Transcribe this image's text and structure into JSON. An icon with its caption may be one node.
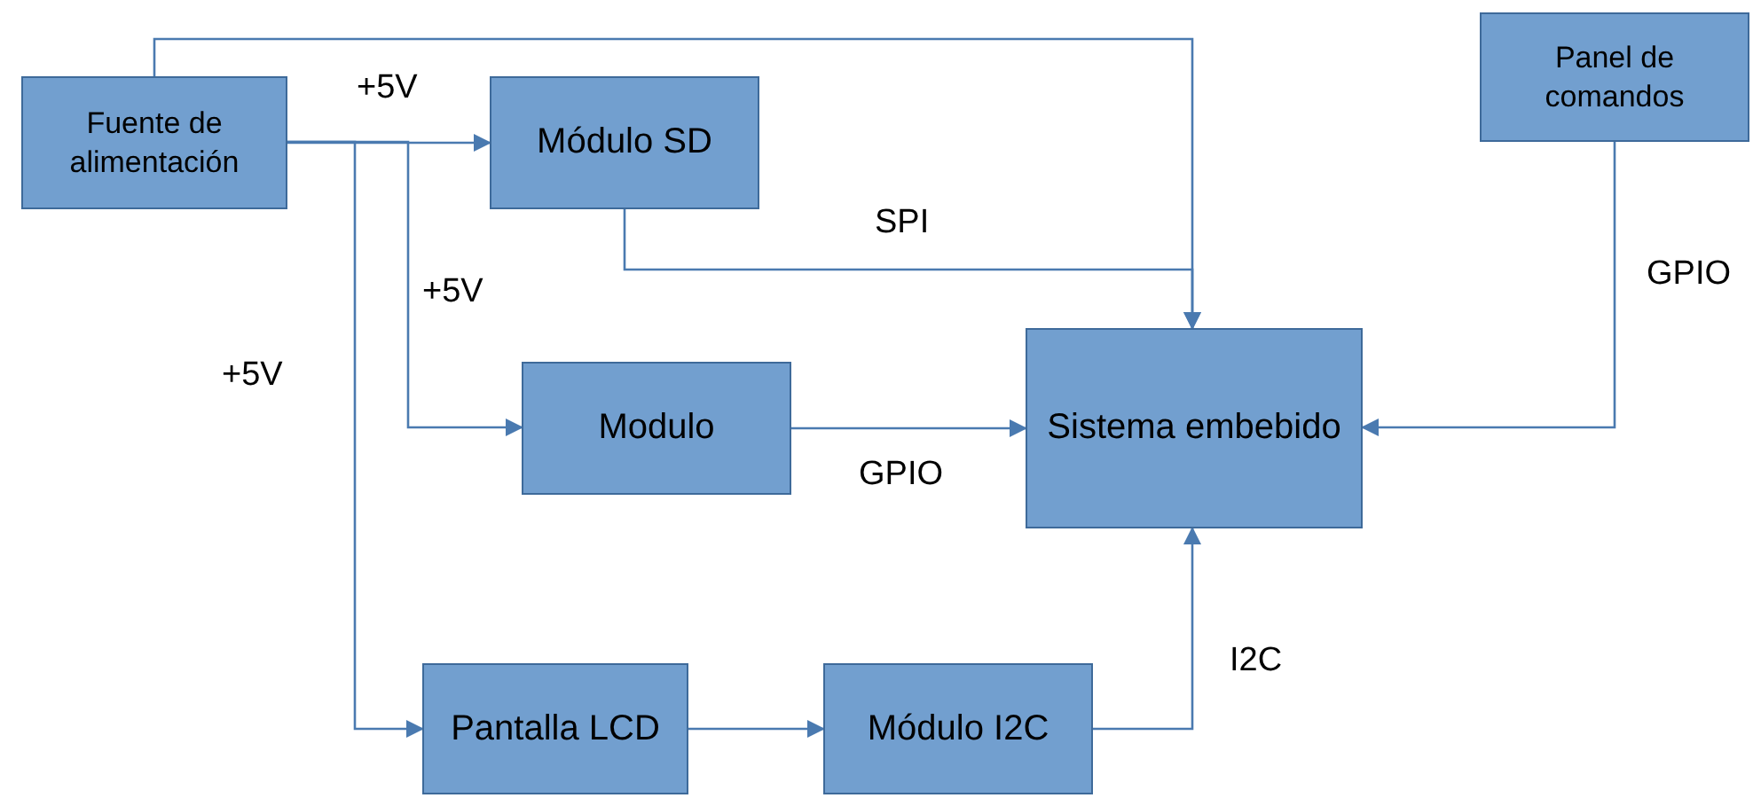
{
  "diagram": {
    "nodes": [
      {
        "text": [
          "Fuente de alimentación"
        ]
      },
      {
        "text": [
          "Módulo SD"
        ]
      },
      {
        "text": [
          "Panel de comandos"
        ]
      },
      {
        "text": [
          "Modulo"
        ]
      },
      {
        "text": [
          "Sistema embebido"
        ]
      },
      {
        "text": [
          "Pantalla LCD"
        ]
      },
      {
        "text": [
          "Módulo I2C"
        ]
      }
    ],
    "edges": [
      {
        "from": 0,
        "to": 4,
        "arrow": "to"
      },
      {
        "from": 0,
        "to": 1,
        "arrow": "to",
        "label": "+5V"
      },
      {
        "from": 0,
        "to": 3,
        "arrow": "to",
        "label": "+5V"
      },
      {
        "from": 0,
        "to": 5,
        "arrow": "to",
        "label": "+5V"
      },
      {
        "from": 1,
        "to": 4,
        "arrow": "to",
        "label": "SPI"
      },
      {
        "from": 3,
        "to": 4,
        "arrow": "to",
        "label": "GPIO"
      },
      {
        "from": 2,
        "to": 4,
        "arrow": "to",
        "label": "GPIO"
      },
      {
        "from": 5,
        "to": 6,
        "arrow": "to"
      },
      {
        "from": 6,
        "to": 4,
        "arrow": "to",
        "label": "I2C"
      }
    ]
  }
}
